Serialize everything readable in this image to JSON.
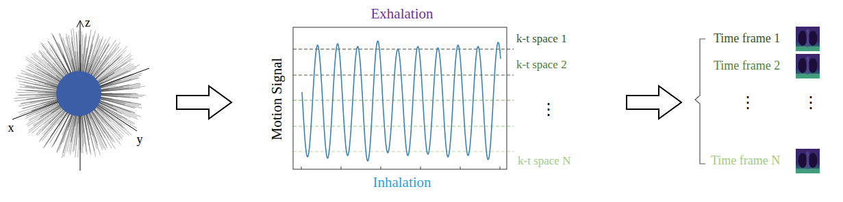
{
  "diagram": {
    "labels": [
      "z",
      "x",
      "y",
      "Exhalation",
      "Motion Signal",
      "Inhalation",
      "k-t space 1",
      "k-t space 2",
      "⋮",
      "k-t space N",
      "Time frame 1",
      "Time frame 2",
      "⋮",
      "⋮",
      "Time frame N"
    ]
  }
}
